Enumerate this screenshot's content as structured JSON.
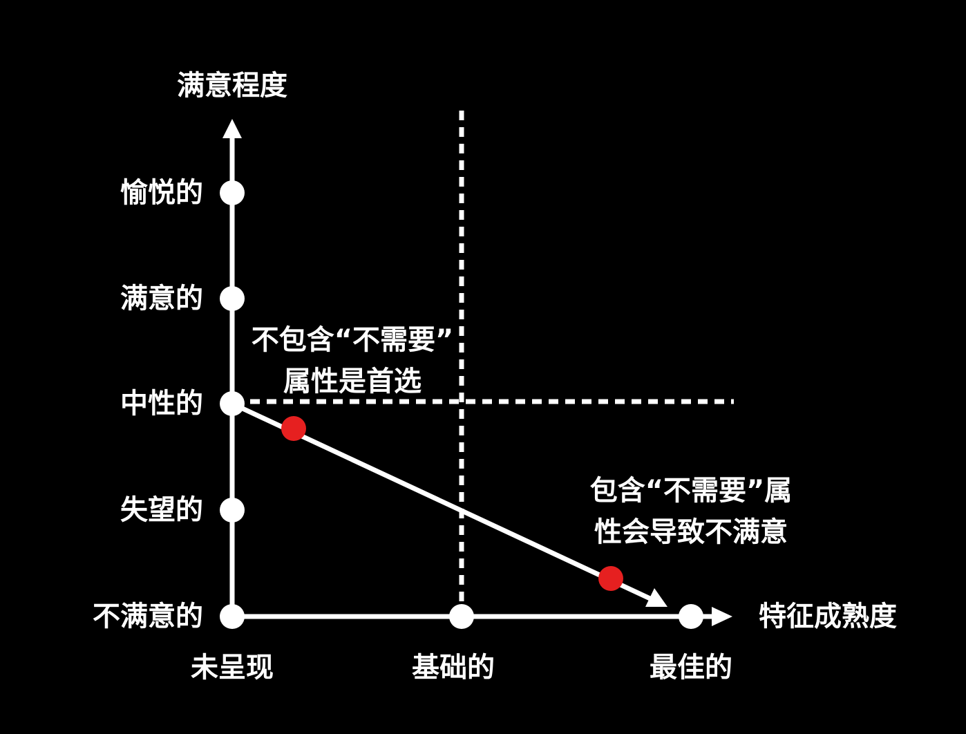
{
  "diagram": {
    "y_axis_title": "满意程度",
    "x_axis_title": "特征成熟度",
    "y_levels": [
      "愉悦的",
      "满意的",
      "中性的",
      "失望的",
      "不满意的"
    ],
    "x_levels": [
      "未呈现",
      "基础的",
      "最佳的"
    ],
    "note_top": {
      "line1": "不包含“不需要”",
      "line2": "属性是首选"
    },
    "note_bottom": {
      "line1": "包含“不需要”属",
      "line2": "性会导致不满意"
    },
    "colors": {
      "background": "#000000",
      "axis": "#ffffff",
      "marker": "#e62020"
    }
  }
}
